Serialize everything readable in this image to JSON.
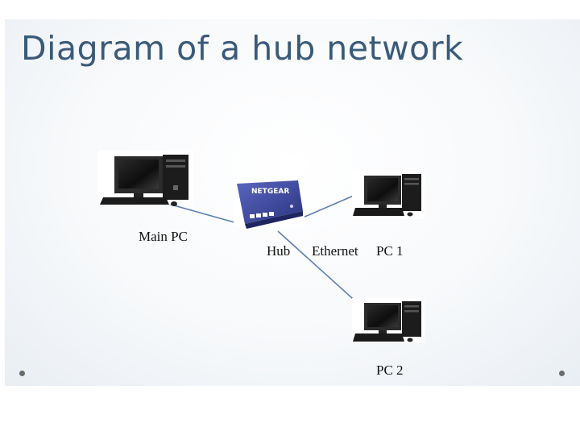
{
  "title": "Diagram of a hub network",
  "labels": {
    "main_pc": "Main PC",
    "hub": "Hub",
    "ethernet": "Ethernet",
    "pc1": "PC 1",
    "pc2": "PC 2"
  },
  "hub_brand": "NETGEAR",
  "colors": {
    "title": "#3a5a78",
    "link": "#5d7fb3",
    "hub_body": "#3d4aa0"
  },
  "icons": [
    "desktop-computer-icon",
    "network-hub-icon"
  ]
}
